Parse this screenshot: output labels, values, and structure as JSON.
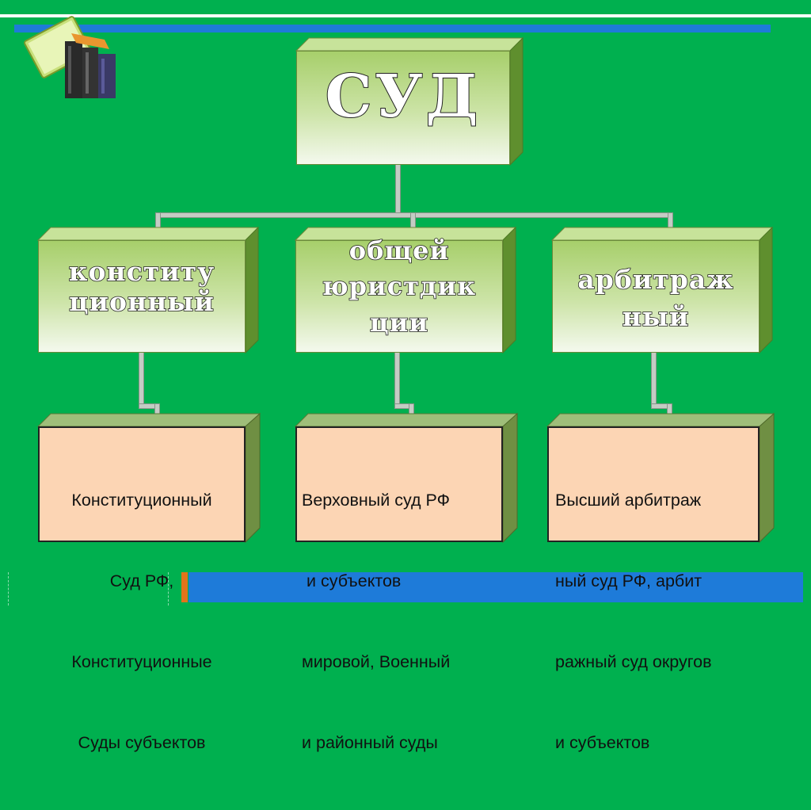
{
  "top_node": {
    "label": "СУД"
  },
  "middle_nodes": [
    {
      "lines": [
        "конститу",
        "ционный"
      ]
    },
    {
      "lines": [
        "общей",
        "юристдик",
        "ции"
      ]
    },
    {
      "lines": [
        "арбитраж",
        "ный"
      ]
    }
  ],
  "bottom_nodes": [
    {
      "lines": [
        "Конституционный",
        "Суд РФ,",
        "Конституционные",
        "Суды субъектов"
      ]
    },
    {
      "lines": [
        "Верховный суд РФ",
        " и субъектов",
        "мировой, Военный",
        "и районный суды"
      ]
    },
    {
      "lines": [
        "Высший арбитраж",
        "ный суд РФ, арбит",
        "ражный суд округов",
        "и субъектов"
      ]
    }
  ],
  "colors": {
    "background": "#00b04f",
    "accent_blue": "#1e7bd9",
    "accent_orange": "#e3741b",
    "box_green": "#a7cf6b",
    "box_peach": "#fcd5b4"
  },
  "icons": [
    "books-icon"
  ]
}
